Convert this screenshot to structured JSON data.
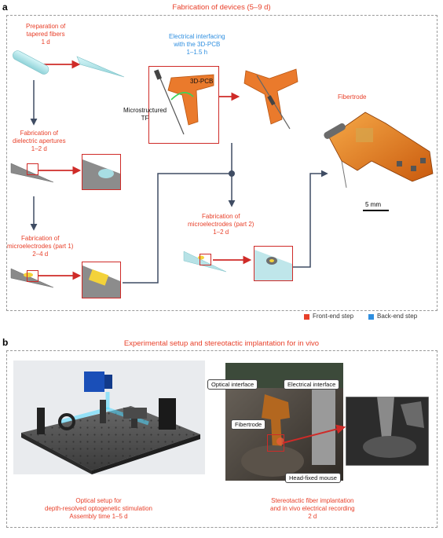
{
  "colors": {
    "front_end": "#e8402a",
    "back_end": "#2f8fe0",
    "arrow_dark": "#3f4c63",
    "arrow_red": "#cf2b28",
    "text_red": "#e8402a"
  },
  "panel_a": {
    "letter": "a",
    "title": "Fabrication of devices (5–9 d)",
    "steps": {
      "tapered": [
        "Preparation of",
        "tapered fibers",
        "1 d"
      ],
      "dielectric": [
        "Fabrication of",
        "dielectric apertures",
        "1–2 d"
      ],
      "micro1": [
        "Fabrication of",
        "microelectrodes (part 1)",
        "2–4 d"
      ],
      "electrical": [
        "Electrical interfacing",
        "with the 3D-PCB",
        "1–1.5 h"
      ],
      "micro2": [
        "Fabrication of",
        "microelectrodes (part 2)",
        "1–2 d"
      ],
      "fibertrode": "Fibertrode"
    },
    "inset_labels": {
      "pcb": "3D-PCB",
      "tf": [
        "Microstructured",
        "TF"
      ]
    },
    "scale_bar": "5 mm",
    "legend": {
      "front": "Front-end step",
      "back": "Back-end step"
    }
  },
  "panel_b": {
    "letter": "b",
    "title": "Experimental setup and stereotactic implantation for in vivo",
    "left_caption": [
      "Optical setup for",
      "depth-resolved optogenetic stimulation",
      "Assembly time 1–5 d"
    ],
    "right_caption": [
      "Stereotactic fiber implantation",
      "and in vivo electrical recording",
      "2 d"
    ],
    "photo_tags": {
      "optical": "Optical interface",
      "electrical": "Electrical interface",
      "fibertrode": "Fibertrode",
      "mouse": "Head-fixed mouse"
    }
  }
}
